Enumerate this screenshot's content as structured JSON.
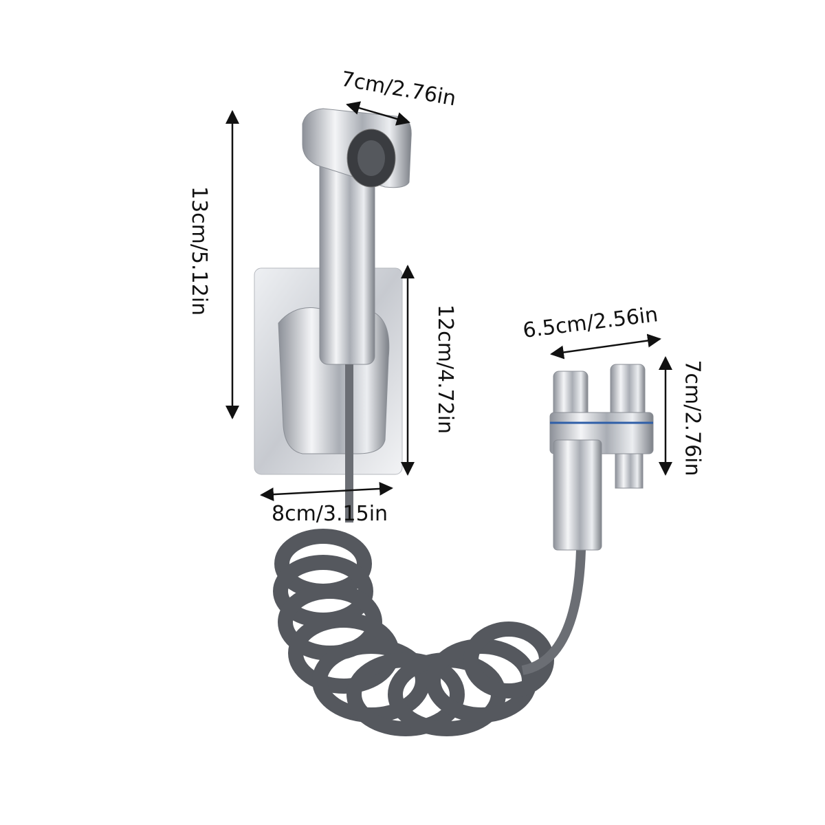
{
  "product": {
    "name_icon": "hand-bidet-sprayer-with-holder-hose-and-angle-valve",
    "colors": {
      "chrome": "#c9ccd2",
      "hose": "#55585e",
      "accent_ring": "#2f5fa8"
    }
  },
  "dimensions": {
    "sprayer_head_width": "7cm/2.76in",
    "sprayer_height": "13cm/5.12in",
    "plate_height": "12cm/4.72in",
    "plate_width": "8cm/3.15in",
    "valve_width": "6.5cm/2.56in",
    "valve_height": "7cm/2.76in"
  }
}
